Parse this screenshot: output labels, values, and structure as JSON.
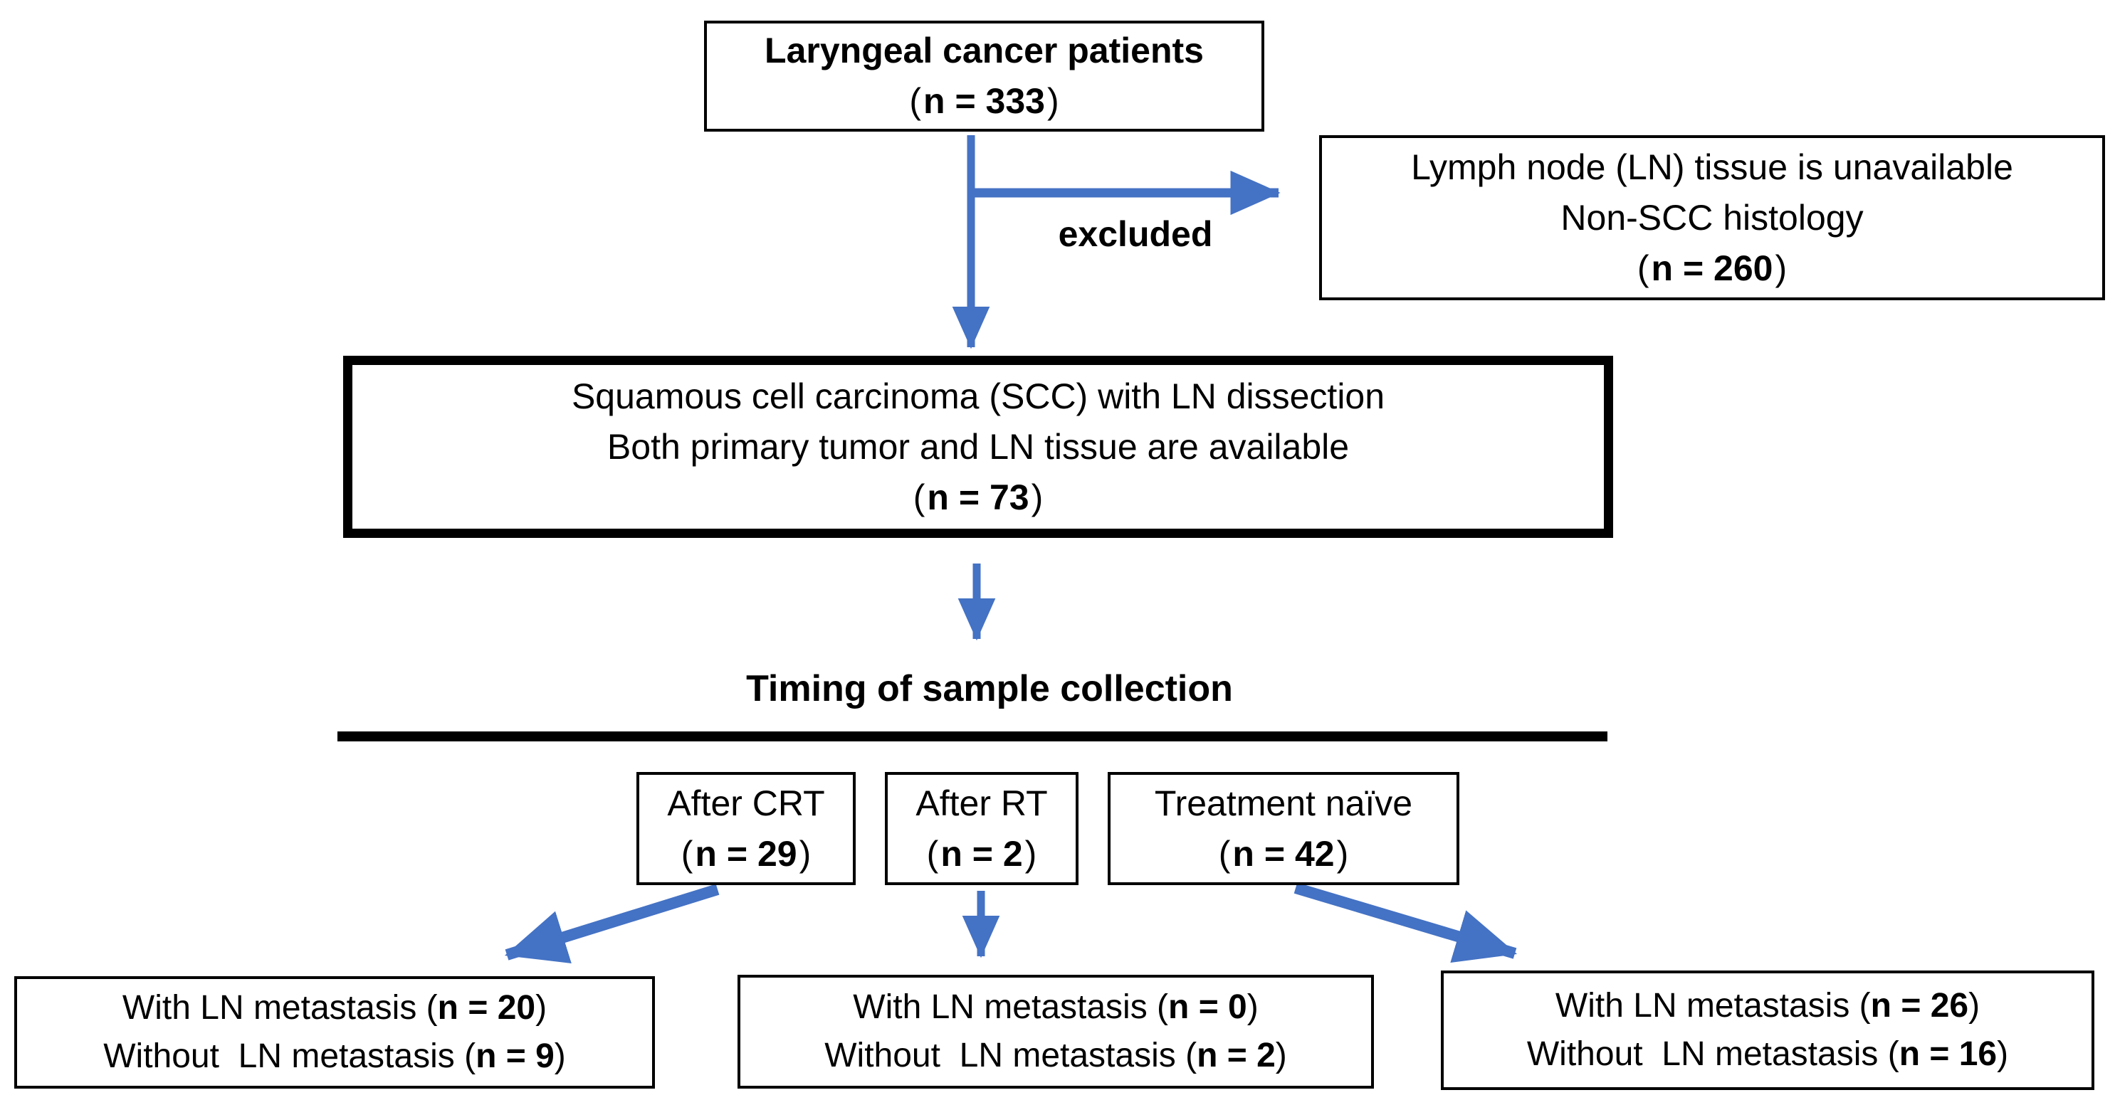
{
  "diagram": {
    "top_box": {
      "title": "Laryngeal cancer patients",
      "count_open": "(",
      "count": "n = 333",
      "count_close": ")"
    },
    "excluded_label": "excluded",
    "excluded_box": {
      "line1": "Lymph node (LN) tissue is unavailable",
      "line2": "Non-SCC histology",
      "count_open": "(",
      "count": "n = 260",
      "count_close": ")"
    },
    "main_box": {
      "line1": "Squamous cell carcinoma (SCC) with LN dissection",
      "line2": "Both primary tumor and LN tissue are available",
      "count_open": "(",
      "count": "n = 73",
      "count_close": ")"
    },
    "section_heading": "Timing of sample collection",
    "timing_boxes": [
      {
        "label": "After CRT",
        "count_open": "(",
        "count": "n = 29",
        "count_close": ")"
      },
      {
        "label": "After RT",
        "count_open": "(",
        "count": "n = 2",
        "count_close": ")"
      },
      {
        "label": "Treatment naïve",
        "count_open": "(",
        "count": "n = 42",
        "count_close": ")"
      }
    ],
    "outcome_boxes": [
      {
        "line1_prefix": "With LN metastasis (",
        "line1_bold": "n = 20",
        "line1_suffix": ")",
        "line2_prefix": "Without  LN metastasis (",
        "line2_bold": "n = 9",
        "line2_suffix": ")"
      },
      {
        "line1_prefix": "With LN metastasis (",
        "line1_bold": "n = 0",
        "line1_suffix": ")",
        "line2_prefix": "Without  LN metastasis (",
        "line2_bold": "n = 2",
        "line2_suffix": ")"
      },
      {
        "line1_prefix": "With LN metastasis (",
        "line1_bold": "n = 26",
        "line1_suffix": ")",
        "line2_prefix": "Without  LN metastasis (",
        "line2_bold": "n = 16",
        "line2_suffix": ")"
      }
    ],
    "colors": {
      "arrow_blue": "#4472c4",
      "line_black": "#000000"
    }
  }
}
